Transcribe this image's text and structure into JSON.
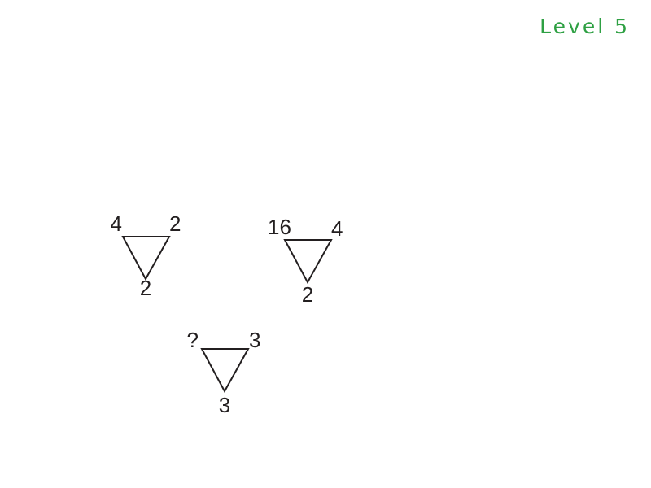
{
  "level": {
    "label": "Level 5",
    "color": "#2ea043"
  },
  "ink_color": "#231f20",
  "puzzles": [
    {
      "top_left": "4",
      "top_right": "2",
      "bottom": "2"
    },
    {
      "top_left": "16",
      "top_right": "4",
      "bottom": "2"
    },
    {
      "top_left": "?",
      "top_right": "3",
      "bottom": "3"
    }
  ]
}
